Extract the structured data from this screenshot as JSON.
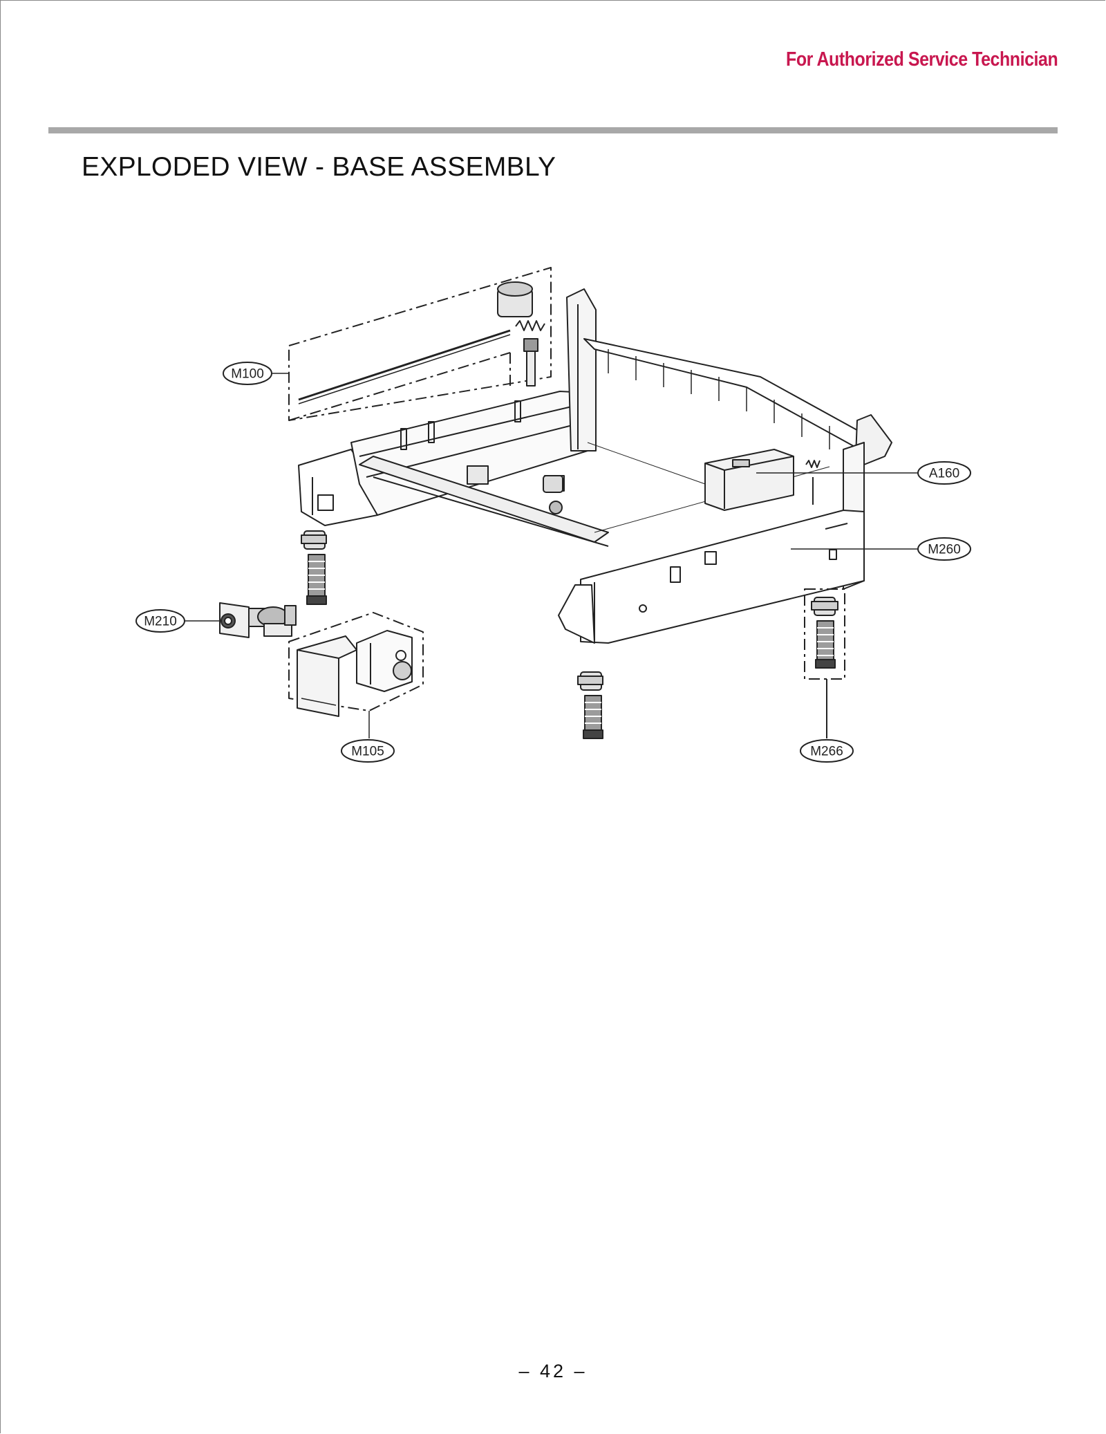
{
  "header": {
    "service_note": "For Authorized Service Technician",
    "note_color": "#c8174f"
  },
  "title": "EXPLODED VIEW - BASE ASSEMBLY",
  "diagram": {
    "callouts": {
      "m100": "M100",
      "a160": "A160",
      "m260": "M260",
      "m210": "M210",
      "m105": "M105",
      "m266": "M266"
    }
  },
  "page_number": "– 42 –",
  "colors": {
    "rule": "#a8a8a8",
    "line": "#222222"
  }
}
